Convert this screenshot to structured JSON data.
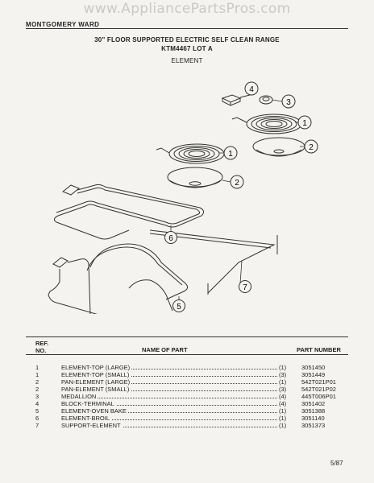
{
  "watermark": "www.AppliancePartsPros.com",
  "header": {
    "brand": "MONTGOMERY WARD",
    "title_line1": "30\" FLOOR SUPPORTED ELECTRIC SELF CLEAN RANGE",
    "title_line2": "KTM4467 LOT A",
    "section": "ELEMENT"
  },
  "callouts": [
    "1",
    "1",
    "2",
    "2",
    "3",
    "4",
    "5",
    "6",
    "7"
  ],
  "table": {
    "col_ref_line1": "REF.",
    "col_ref_line2": "NO.",
    "col_name": "NAME OF PART",
    "col_part_number": "PART NUMBER",
    "rows": [
      {
        "ref": "1",
        "name": "ELEMENT-TOP (LARGE)",
        "qty": "(1)",
        "pn": "3051450"
      },
      {
        "ref": "1",
        "name": "ELEMENT-TOP (SMALL)",
        "qty": "(3)",
        "pn": "3051449"
      },
      {
        "ref": "2",
        "name": "PAN-ELEMENT (LARGE)",
        "qty": "(1)",
        "pn": "542T021P01"
      },
      {
        "ref": "2",
        "name": "PAN-ELEMENT (SMALL)",
        "qty": "(3)",
        "pn": "542T021P02"
      },
      {
        "ref": "3",
        "name": "MEDALLION",
        "qty": "(4)",
        "pn": "445T006P01"
      },
      {
        "ref": "4",
        "name": "BLOCK-TERMINAL",
        "qty": "(4)",
        "pn": "3051402"
      },
      {
        "ref": "5",
        "name": "ELEMENT-OVEN BAKE",
        "qty": "(1)",
        "pn": "3051388"
      },
      {
        "ref": "6",
        "name": "ELEMENT-BROIL",
        "qty": "(1)",
        "pn": "3051140"
      },
      {
        "ref": "7",
        "name": "SUPPORT-ELEMENT",
        "qty": "(1)",
        "pn": "3051373"
      }
    ]
  },
  "page_number": "5/87"
}
